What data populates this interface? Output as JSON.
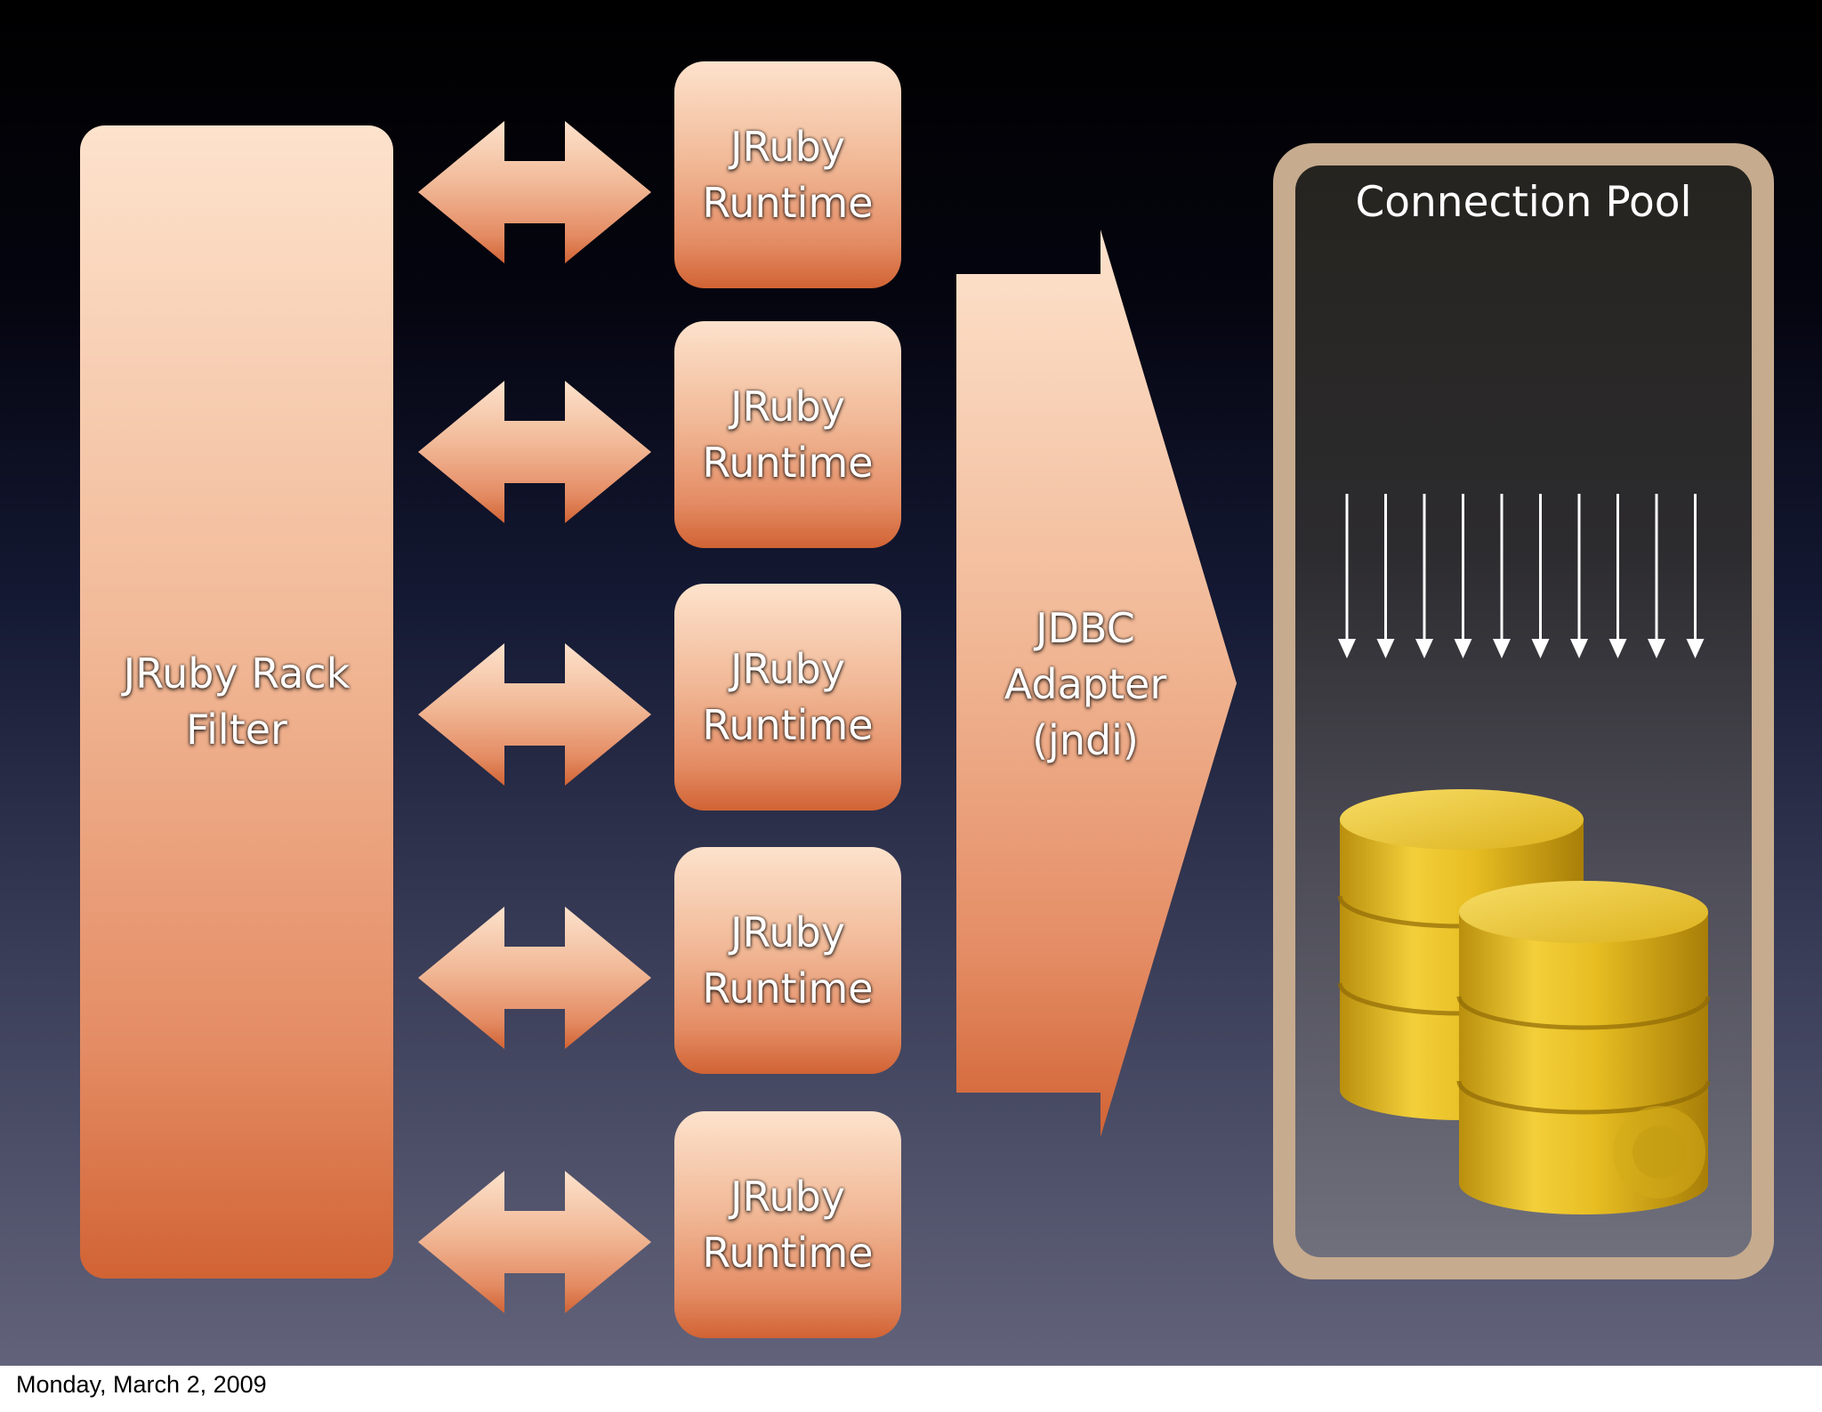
{
  "diagram": {
    "rack_filter": {
      "lines": [
        "JRuby Rack",
        "Filter"
      ]
    },
    "runtimes": [
      {
        "lines": [
          "JRuby",
          "Runtime"
        ]
      },
      {
        "lines": [
          "JRuby",
          "Runtime"
        ]
      },
      {
        "lines": [
          "JRuby",
          "Runtime"
        ]
      },
      {
        "lines": [
          "JRuby",
          "Runtime"
        ]
      },
      {
        "lines": [
          "JRuby",
          "Runtime"
        ]
      }
    ],
    "jdbc_adapter": {
      "lines": [
        "JDBC",
        "Adapter",
        "(jndi)"
      ]
    },
    "connection_pool": {
      "title": "Connection Pool",
      "connection_count": 10
    }
  },
  "footer": {
    "date": "Monday, March 2, 2009"
  },
  "colors": {
    "orange_light": "#fde2cc",
    "orange_dark": "#d16334",
    "pool_border": "#c6ab8e",
    "database_gold": "#e2b81b"
  },
  "icons": {
    "database": "database-icon",
    "bidirectional_arrow": "double-arrow-icon",
    "flow_arrow": "right-arrow-icon"
  }
}
